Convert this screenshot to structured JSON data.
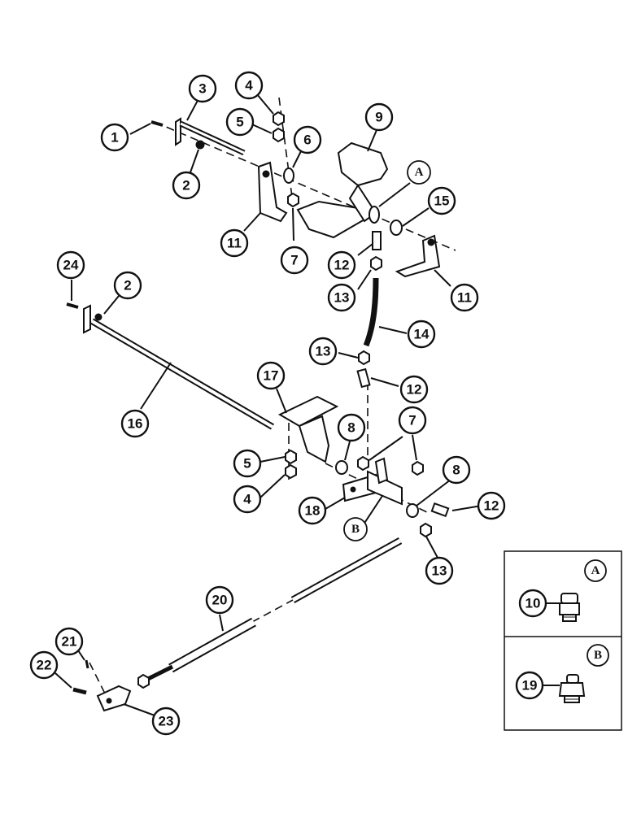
{
  "callouts": {
    "c1": "1",
    "c2a": "2",
    "c3": "3",
    "c4a": "4",
    "c5a": "5",
    "c6": "6",
    "c9": "9",
    "cA_main": "A",
    "c15": "15",
    "c11a": "11",
    "c7a": "7",
    "c12a": "12",
    "c11b": "11",
    "c13a": "13",
    "c24": "24",
    "c2b": "2",
    "c14": "14",
    "c13b": "13",
    "c12b": "12",
    "c17": "17",
    "c16": "16",
    "c8a": "8",
    "c7b": "7",
    "c5b": "5",
    "c4b": "4",
    "c8b": "8",
    "c18": "18",
    "c12c": "12",
    "cB_main": "B",
    "c13c": "13",
    "c20": "20",
    "c21": "21",
    "c22": "22",
    "c23": "23"
  },
  "inset": {
    "top_letter": "A",
    "top_part": "10",
    "bottom_letter": "B",
    "bottom_part": "19"
  }
}
